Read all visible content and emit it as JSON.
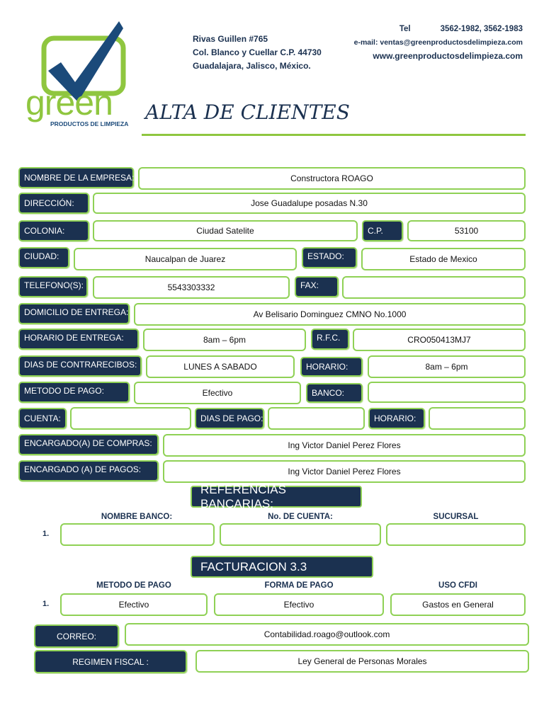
{
  "header": {
    "brand": "green",
    "brand_sub": "PRODUCTOS DE LIMPIEZA",
    "address": [
      "Rivas Guillen  #765",
      "Col.  Blanco y Cuellar  C.P. 44730",
      "Guadalajara, Jalisco, México."
    ],
    "tel_label": "Tel",
    "tel_value": "3562-1982, 3562-1983",
    "email": "e-mail: ventas@greenproductosdelimpieza.com",
    "web": "www.greenproductosdelimpieza.com",
    "title": "ALTA DE CLIENTES"
  },
  "form": {
    "empresa": {
      "label": "NOMBRE DE LA EMPRESA:",
      "value": "Constructora ROAGO"
    },
    "direccion": {
      "label": "DIRECCIÓN:",
      "value": "Jose Guadalupe posadas N.30"
    },
    "colonia": {
      "label": "COLONIA:",
      "value": "Ciudad Satelite"
    },
    "cp": {
      "label": "C.P.",
      "value": "53100"
    },
    "ciudad": {
      "label": "CIUDAD:",
      "value": "Naucalpan de Juarez"
    },
    "estado": {
      "label": "ESTADO:",
      "value": "Estado de Mexico"
    },
    "telefono": {
      "label": "TELEFONO(S):",
      "value": "5543303332"
    },
    "fax": {
      "label": "FAX:",
      "value": ""
    },
    "domicilio": {
      "label": "DOMICILIO DE ENTREGA:",
      "value": "Av Belisario Dominguez CMNO No.1000"
    },
    "horario_entrega": {
      "label": "HORARIO DE ENTREGA:",
      "value": "8am – 6pm"
    },
    "rfc": {
      "label": "R.F.C.",
      "value": "CRO050413MJ7"
    },
    "contrarecibos": {
      "label": "DIAS DE CONTRARECIBOS:",
      "value": "LUNES A SABADO"
    },
    "horario": {
      "label": "HORARIO:",
      "value": "8am – 6pm"
    },
    "metodo_pago": {
      "label": "METODO DE PAGO:",
      "value": "Efectivo"
    },
    "banco": {
      "label": "BANCO:",
      "value": ""
    },
    "cuenta": {
      "label": "CUENTA:",
      "value": ""
    },
    "dias_pago": {
      "label": "DIAS DE PAGO:",
      "value": ""
    },
    "horario2": {
      "label": "HORARIO:",
      "value": ""
    },
    "enc_compras": {
      "label": "ENCARGADO(A) DE COMPRAS:",
      "value": "Ing Victor Daniel Perez Flores"
    },
    "enc_pagos": {
      "label": "ENCARGADO (A) DE PAGOS:",
      "value": "Ing Victor Daniel Perez Flores"
    }
  },
  "referencias": {
    "title": "REFERENCIAS BANCARIAS:",
    "headers": [
      "NOMBRE BANCO:",
      "No. DE CUENTA:",
      "SUCURSAL"
    ],
    "row_num": "1.",
    "values": [
      "",
      "",
      ""
    ]
  },
  "facturacion": {
    "title": "FACTURACION 3.3",
    "headers": [
      "METODO DE PAGO",
      "FORMA DE PAGO",
      "USO CFDI"
    ],
    "row_num": "1.",
    "values": [
      "Efectivo",
      "Efectivo",
      "Gastos en General"
    ]
  },
  "correo": {
    "label": "CORREO:",
    "value": "Contabilidad.roago@outlook.com"
  },
  "regimen": {
    "label": "REGIMEN FISCAL :",
    "value": "Ley General de Personas Morales"
  }
}
